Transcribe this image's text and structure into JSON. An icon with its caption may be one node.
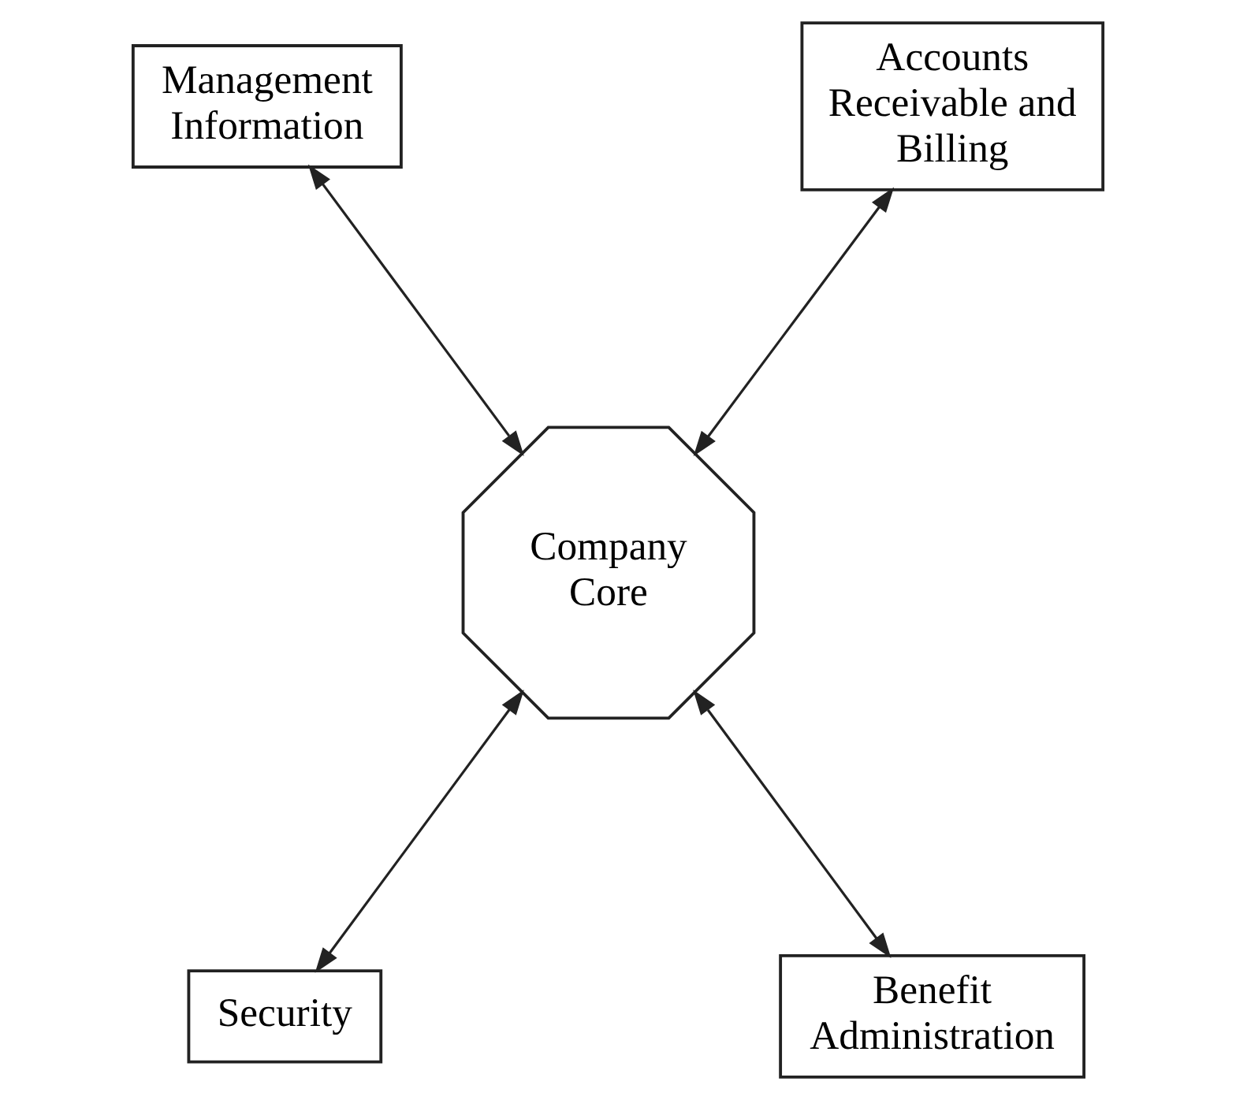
{
  "diagram": {
    "nodes": [
      {
        "text": [
          "Management Information"
        ]
      },
      {
        "text": [
          "Accounts Receivable and Billing"
        ]
      },
      {
        "text": [
          "Company Core"
        ]
      },
      {
        "text": [
          "Security"
        ]
      },
      {
        "text": [
          "Benefit Administration"
        ]
      }
    ],
    "edges": [
      {
        "from": 0,
        "to": 2,
        "arrow": "both"
      },
      {
        "from": 1,
        "to": 2,
        "arrow": "both"
      },
      {
        "from": 2,
        "to": 3,
        "arrow": "both"
      },
      {
        "from": 2,
        "to": 4,
        "arrow": "both"
      }
    ]
  }
}
